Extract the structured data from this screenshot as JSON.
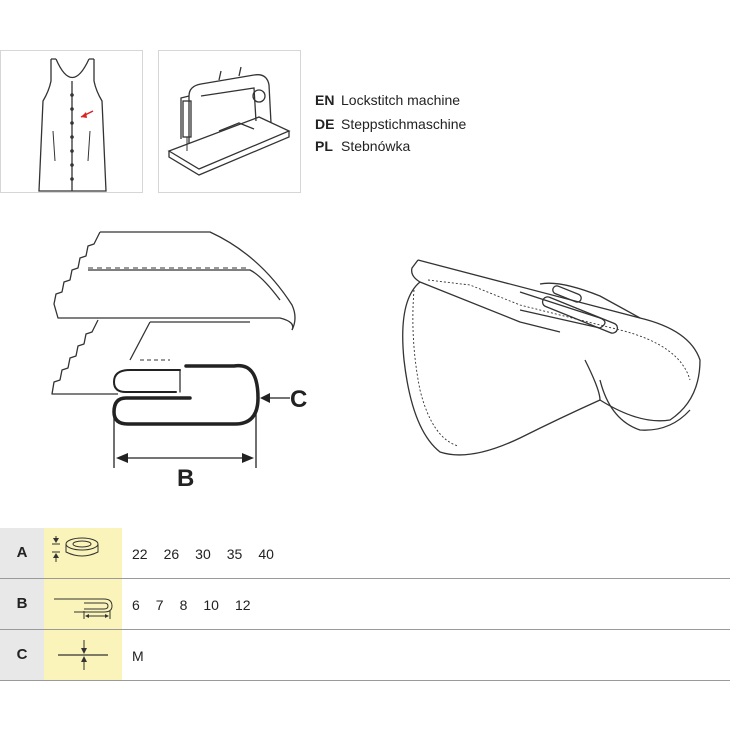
{
  "languages": [
    {
      "code": "EN",
      "name": "Lockstitch machine"
    },
    {
      "code": "DE",
      "name": "Steppstichmaschine"
    },
    {
      "code": "PL",
      "name": "Stebnówka"
    }
  ],
  "diagram_labels": {
    "b": "B",
    "c": "C"
  },
  "table": {
    "rows": [
      {
        "key": "A",
        "icon": "tape-width-icon",
        "values": [
          "22",
          "26",
          "30",
          "35",
          "40"
        ]
      },
      {
        "key": "B",
        "icon": "fold-width-icon",
        "values": [
          "6",
          "7",
          "8",
          "10",
          "12"
        ]
      },
      {
        "key": "C",
        "icon": "material-thickness-icon",
        "values": [
          "M"
        ]
      }
    ]
  }
}
